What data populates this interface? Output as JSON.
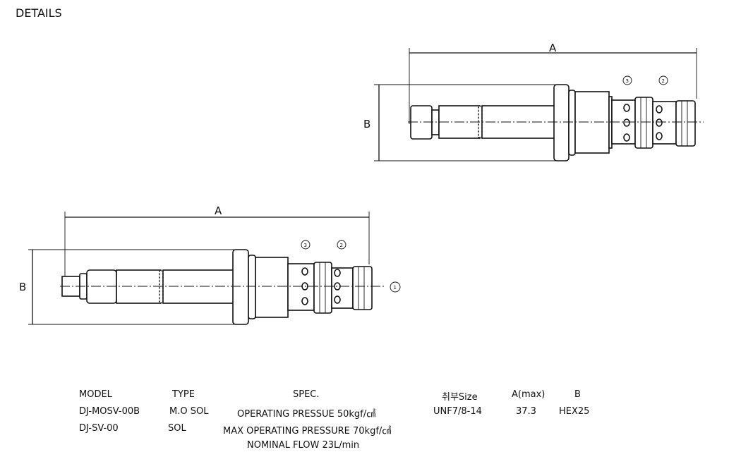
{
  "title": "DETAILS",
  "drawings": {
    "top": {
      "dim_a": "A",
      "dim_b": "B",
      "ports": [
        "3",
        "2"
      ]
    },
    "bottom": {
      "dim_a": "A",
      "dim_b": "B",
      "ports": [
        "3",
        "2",
        "1"
      ]
    }
  },
  "table": {
    "headers": {
      "model": "MODEL",
      "type": "TYPE",
      "spec": "SPEC.",
      "size": "취부Size",
      "a": "A(max)",
      "b": "B"
    },
    "rows": [
      {
        "model": "DJ-MOSV-00B",
        "type": "M.O SOL",
        "spec": "OPERATING PRESSUE 50kgf/㎠",
        "size": "UNF7/8-14",
        "a": "37.3",
        "b": "HEX25"
      },
      {
        "model": "DJ-SV-00",
        "type": "SOL",
        "spec": "MAX OPERATING PRESSURE 70kgf/㎠"
      }
    ],
    "extra_spec": "NOMINAL FLOW 23L/min"
  }
}
